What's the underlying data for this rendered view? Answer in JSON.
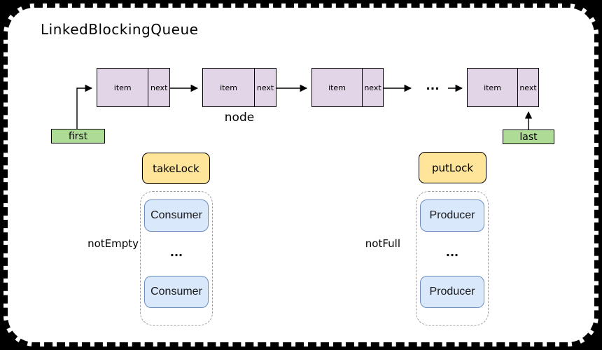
{
  "title": "LinkedBlockingQueue",
  "linked_list": {
    "nodes": [
      {
        "item_label": "item",
        "next_label": "next"
      },
      {
        "item_label": "item",
        "next_label": "next"
      },
      {
        "item_label": "item",
        "next_label": "next"
      },
      {
        "item_label": "item",
        "next_label": "next"
      }
    ],
    "ellipsis": "...",
    "node_caption": "node",
    "first_label": "first",
    "last_label": "last"
  },
  "locks": {
    "take_lock_label": "takeLock",
    "put_lock_label": "putLock"
  },
  "conditions": {
    "not_empty": {
      "label": "notEmpty",
      "waiters": [
        "Consumer",
        "Consumer"
      ],
      "ellipsis": "..."
    },
    "not_full": {
      "label": "notFull",
      "waiters": [
        "Producer",
        "Producer"
      ],
      "ellipsis": "..."
    }
  },
  "colors": {
    "page_bg": "#000000",
    "canvas_bg": "#ffffff",
    "outline": "#000000",
    "node_fill": "#e1d5e7",
    "reference_fill": "#aedc96",
    "lock_fill": "#ffe599",
    "waiter_fill": "#dae8fc",
    "waiter_border": "#6c8ebf",
    "container_border": "#9e9e9e"
  }
}
